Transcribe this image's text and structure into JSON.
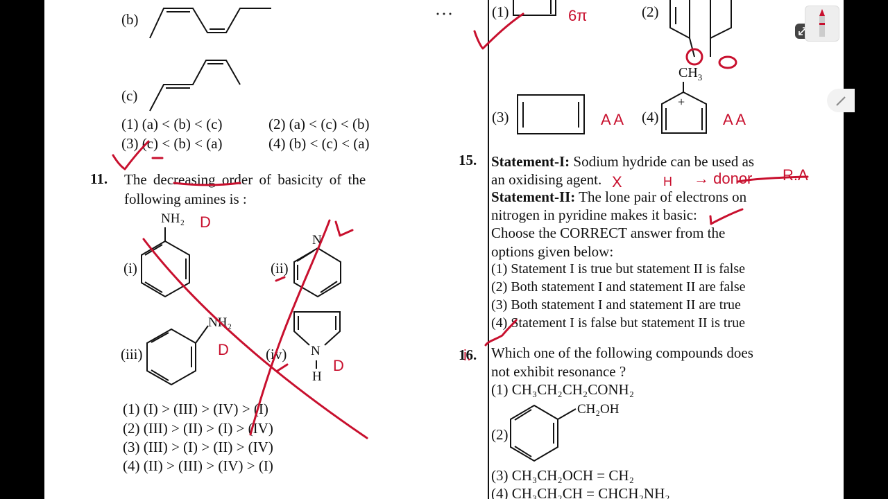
{
  "left_column": {
    "q10_part_b_label": "(b)",
    "q10_part_c_label": "(c)",
    "q10_options": [
      "(1) (a) < (b) < (c)",
      "(2) (a) < (c) < (b)",
      "(3) (c) < (b) < (a)",
      "(4) (b) < (c) < (a)"
    ],
    "q11_number": "11.",
    "q11_text_line1": "The decreasing order of basicity of the",
    "q11_text_line2": "following amines is :",
    "q11_labels": {
      "i": "(i)",
      "ii": "(ii)",
      "iii": "(iii)",
      "iv": "(iv)"
    },
    "q11_groups": {
      "nh2_top": "NH₂",
      "nh2_side": "NH₂",
      "n_pyridine": "N",
      "n_pyrrole": "N",
      "h_pyrrole": "H"
    },
    "q11_options": [
      "(1) (I) > (III) > (IV) > (I)",
      "(2) (III) > (II) > (I) > (IV)",
      "(3) (III) > (I) > (II) > (IV)",
      "(4) (II) > (III) > (IV) > (I)"
    ]
  },
  "right_column": {
    "q14_labels": {
      "o1": "(1)",
      "o2": "(2)",
      "o3": "(3)",
      "o4": "(4)"
    },
    "q14_ch3": "CH",
    "q14_ch3_sub": "3",
    "q14_plus": "+",
    "q15_number": "15.",
    "q15_s1_label": "Statement-I:",
    "q15_s1_text": " Sodium hydride can be used as",
    "q15_s1_line2": "an oxidising agent.",
    "q15_s2_label": "Statement-II:",
    "q15_s2_text": " The lone pair of electrons on",
    "q15_s2_line2": "nitrogen in pyridine makes it basic:",
    "q15_prompt1": "Choose the CORRECT answer from the",
    "q15_prompt2": "options given below:",
    "q15_options": [
      "(1) Statement I is true but statement II is false",
      "(2) Both statement I and statement II are false",
      "(3) Both statement I and statement II are true",
      "(4) Statement I is false but statement II is true"
    ],
    "q16_number": "16.",
    "q16_text_line1": "Which one of the following compounds does",
    "q16_text_line2": "not exhibit resonance ?",
    "q16_opt1": "(1) CH₃CH₂CH₂CONH₂",
    "q16_opt2_label": "(2)",
    "q16_opt2_group": "CH₂OH",
    "q16_opt3": "(3) CH₃CH₂OCH = CH₂",
    "q16_opt4": "(4) CH₃CH₂CH = CHCH₂NH₂"
  },
  "annotations": {
    "q14_note1": "6π",
    "q14_note3": "A A",
    "q14_note4": "A A",
    "q15_note_x": "X",
    "q15_note_h": "H",
    "q15_note_donor": "→ donor",
    "q15_note_ra": "R.A",
    "q11_note_d1": "D",
    "q11_note_d3": "D",
    "q11_note_d4": "D",
    "q16_note_i": "i."
  },
  "colors": {
    "ink": "#c8102e",
    "text": "#111111"
  }
}
